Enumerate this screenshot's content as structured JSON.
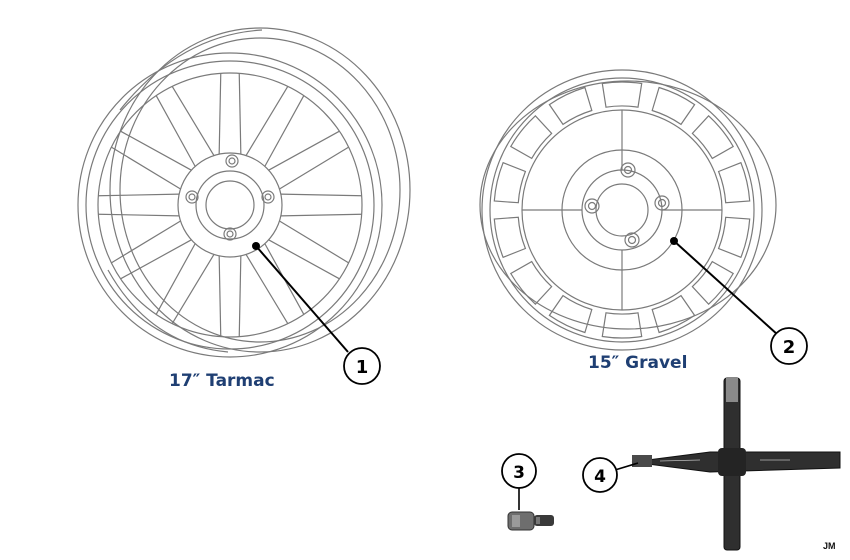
{
  "colors": {
    "caption": "#1f3f73",
    "line": "#7a7a7a",
    "dark": "#2a2a2a",
    "callout": "#000000"
  },
  "wheels": [
    {
      "caption": "17″ Tarmac",
      "callout": "1",
      "spokes": 12
    },
    {
      "caption": "15″ Gravel",
      "callout": "2",
      "spokes": 14
    }
  ],
  "parts": [
    {
      "callout": "3",
      "icon": "valve-stem-icon"
    },
    {
      "callout": "4",
      "icon": "cross-wheel-wrench-icon"
    }
  ],
  "corner_mark": "JM"
}
